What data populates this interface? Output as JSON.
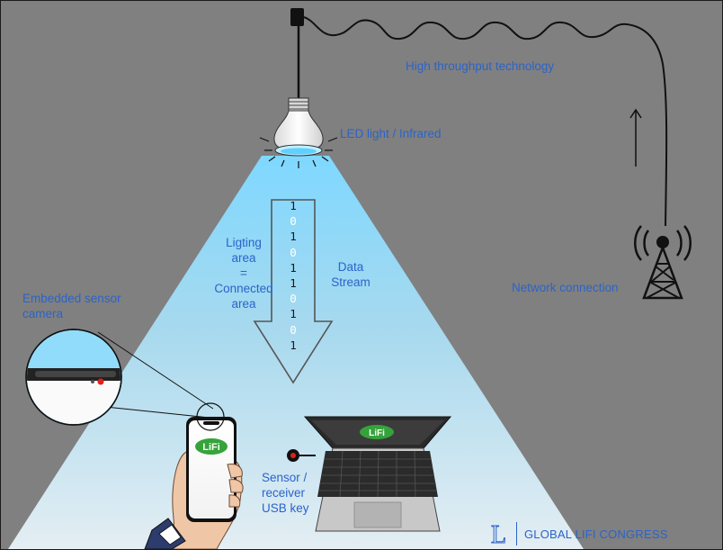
{
  "labels": {
    "high_throughput": "High throughput technology",
    "led_light": "LED light / Infrared",
    "network_connection": "Network connection",
    "lighting_area": [
      "Ligting",
      "area",
      "=",
      "Connected",
      "area"
    ],
    "data_stream": [
      "Data",
      "Stream"
    ],
    "embedded_sensor": [
      "Embedded sensor",
      "camera"
    ],
    "sensor_receiver": [
      "Sensor /",
      "receiver",
      "USB key"
    ]
  },
  "data_bits": [
    "1",
    "0",
    "1",
    "0",
    "1",
    "1",
    "0",
    "1",
    "0",
    "1"
  ],
  "lifi_logo_text": "LiFi",
  "brand": {
    "name": "GLOBAL LIFI CONGRESS",
    "logo_letter": "L"
  },
  "colors": {
    "background": "#808080",
    "label_blue": "#2b63c9",
    "light_beam_top": "#7fd8ff",
    "light_beam_bottom": "#e4eef3",
    "lifi_green": "#35a33a",
    "sensor_red": "#e0201f"
  },
  "icons": [
    "led-bulb-icon",
    "power-adapter-icon",
    "antenna-tower-icon",
    "smartphone-icon",
    "laptop-icon",
    "usb-sensor-icon",
    "hand-icon",
    "arrow-up-icon",
    "data-arrow-icon"
  ]
}
